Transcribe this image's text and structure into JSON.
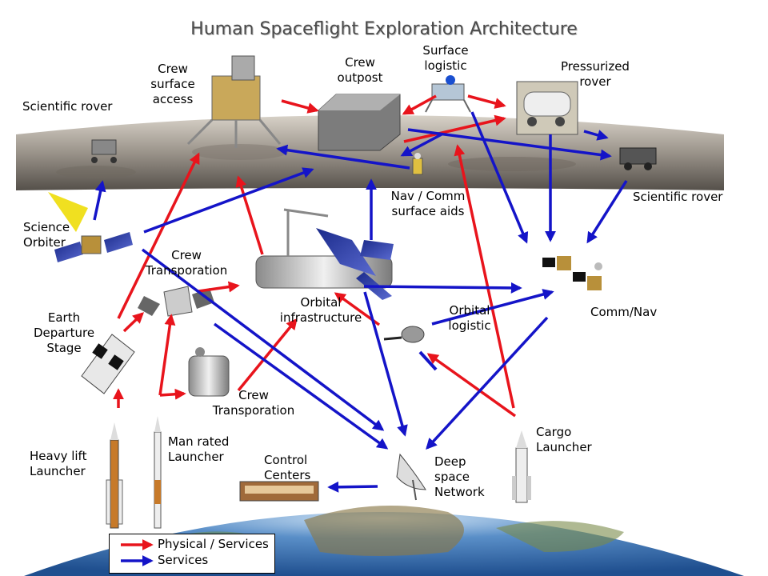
{
  "title": "Human Spaceflight Exploration Architecture",
  "labels": {
    "crew_surface_access": "Crew\nsurface\naccess",
    "crew_outpost": "Crew\noutpost",
    "surface_logistic": "Surface\nlogistic",
    "pressurized_rover": "Pressurized\nrover",
    "scientific_rover_left": "Scientific rover",
    "scientific_rover_right": "Scientific rover",
    "nav_comm_surface_aids": "Nav / Comm\nsurface aids",
    "science_orbiter": "Science\nOrbiter",
    "crew_transporation_top": "Crew\nTransporation",
    "orbital_infrastructure": "Orbital\ninfrastructure",
    "orbital_logistic": "Orbital\nlogistic",
    "comm_nav": "Comm/Nav",
    "earth_departure_stage": "Earth\nDeparture\nStage",
    "crew_transporation_bottom": "Crew\nTransporation",
    "heavy_lift_launcher": "Heavy lift\nLauncher",
    "man_rated_launcher": "Man rated\nLauncher",
    "control_centers": "Control\nCenters",
    "deep_space_network": "Deep\nspace\nNetwork",
    "cargo_launcher": "Cargo\nLauncher"
  },
  "legend": {
    "physical": "Physical / Services",
    "services": "Services"
  },
  "colors": {
    "physical": "#e8141c",
    "services": "#1414c8"
  }
}
